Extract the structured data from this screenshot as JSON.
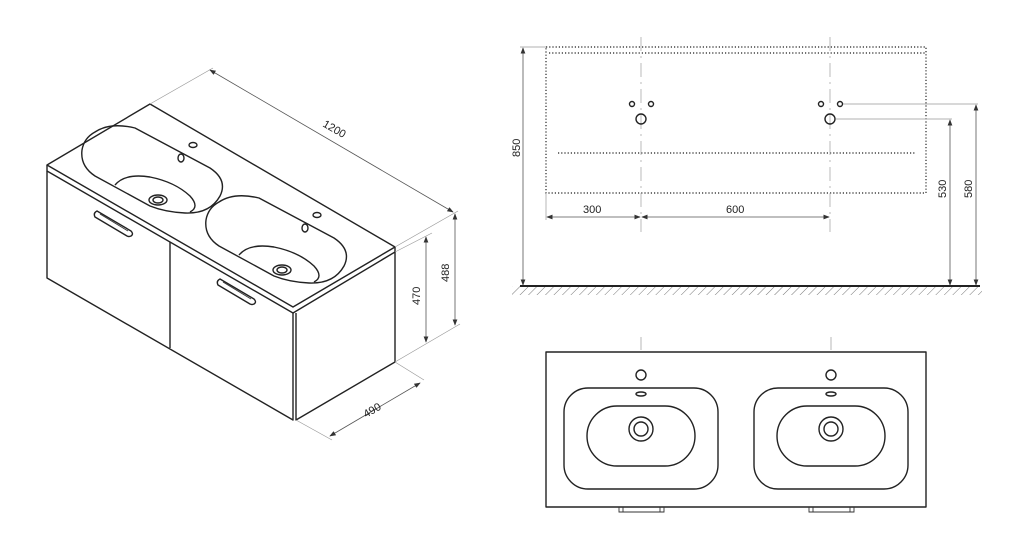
{
  "title": "Double washbasin vanity unit - dimension drawing",
  "isometric_view": {
    "width_label": "1200",
    "height_total_label": "488",
    "height_cabinet_label": "470",
    "depth_label": "490"
  },
  "front_elevation": {
    "mount_height_label": "850",
    "offset_label": "300",
    "spacing_label": "600",
    "drain_height_label": "530",
    "supply_height_label": "580"
  },
  "colors": {
    "line": "#222222",
    "dimension": "#555555",
    "background": "#ffffff"
  }
}
